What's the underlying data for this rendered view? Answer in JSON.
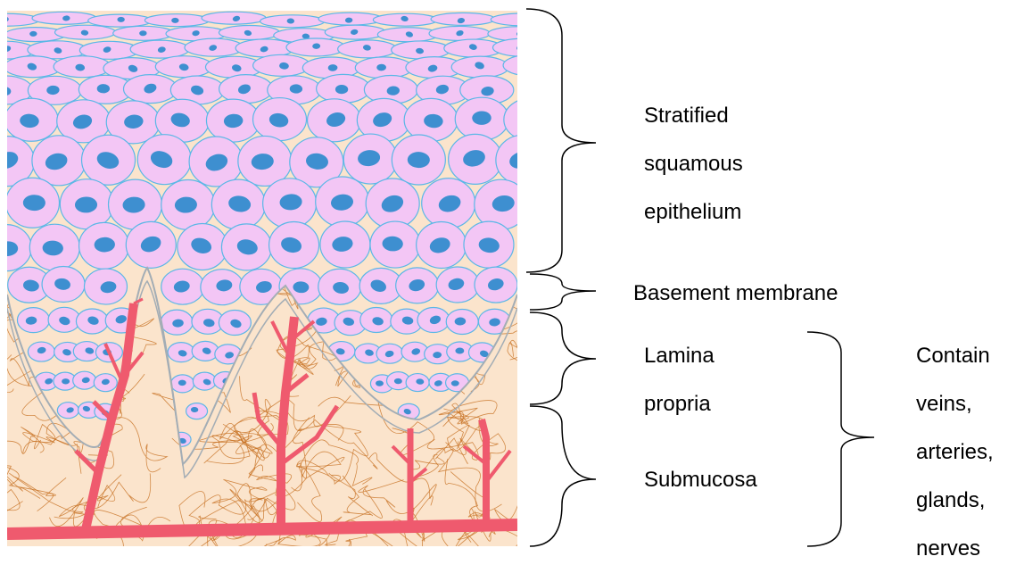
{
  "labels": {
    "epithelium": [
      "Stratified",
      "squamous",
      "epithelium"
    ],
    "basement_membrane": "Basement membrane",
    "lamina_propria": [
      "Lamina",
      "propria"
    ],
    "submucosa": "Submucosa",
    "contain": [
      "Contain",
      "veins,",
      "arteries,",
      "glands,",
      "nerves"
    ]
  },
  "colors": {
    "tissue_background": "#fbe4cc",
    "cell_fill": "#f3c6f5",
    "cell_outline": "#5bb7e6",
    "nucleus": "#3e8fd0",
    "blood_vessel": "#ef5a6e",
    "connective_fiber": "#c46b1a",
    "membrane_line": "#a3adb5",
    "bracket": "#000000"
  }
}
